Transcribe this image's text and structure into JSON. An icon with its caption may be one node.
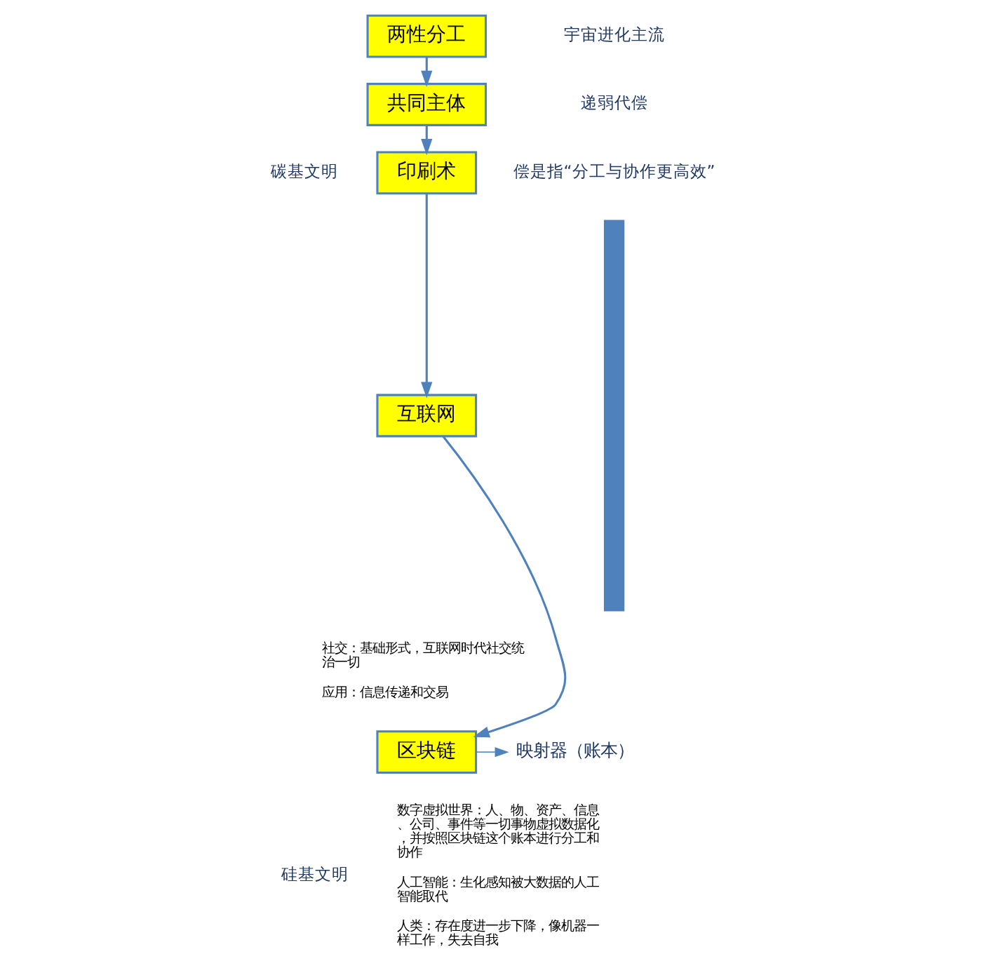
{
  "diagram": {
    "nodes": [
      {
        "text": [
          "两性分工"
        ]
      },
      {
        "text": [
          "共同主体"
        ]
      },
      {
        "text": [
          "印刷术"
        ]
      },
      {
        "text": [
          "互联网"
        ],
        "beside": [
          "社交：基础形式，互联网时代社交统治一切",
          "应用：信息传递和交易"
        ]
      },
      {
        "text": [
          "区块链"
        ],
        "beside": [
          "数字虚拟世界：人、物、资产、信息、公司、事件等一切事物虚拟数据化，并按照区块链这个账本进行分工和协作",
          "人工智能：生化感知被大数据的人工智能取代",
          "人类：存在度进一步下降，像机器一样工作，失去自我"
        ]
      },
      {
        "text": [
          "映射器（账本）"
        ]
      },
      {
        "text": [],
        "shape": "bar"
      }
    ],
    "edges": [
      {
        "from": 0,
        "to": 1,
        "arrow": "to"
      },
      {
        "from": 1,
        "to": 2,
        "arrow": "to"
      },
      {
        "from": 2,
        "to": 3,
        "arrow": "to"
      },
      {
        "from": 3,
        "to": 4,
        "arrow": "to"
      },
      {
        "from": 4,
        "to": 5,
        "arrow": "to"
      }
    ],
    "labels": [
      "宇宙进化主流",
      "递弱代偿",
      "偿是指“分工与协作更高效”",
      "碳基文明",
      "硅基文明"
    ]
  }
}
